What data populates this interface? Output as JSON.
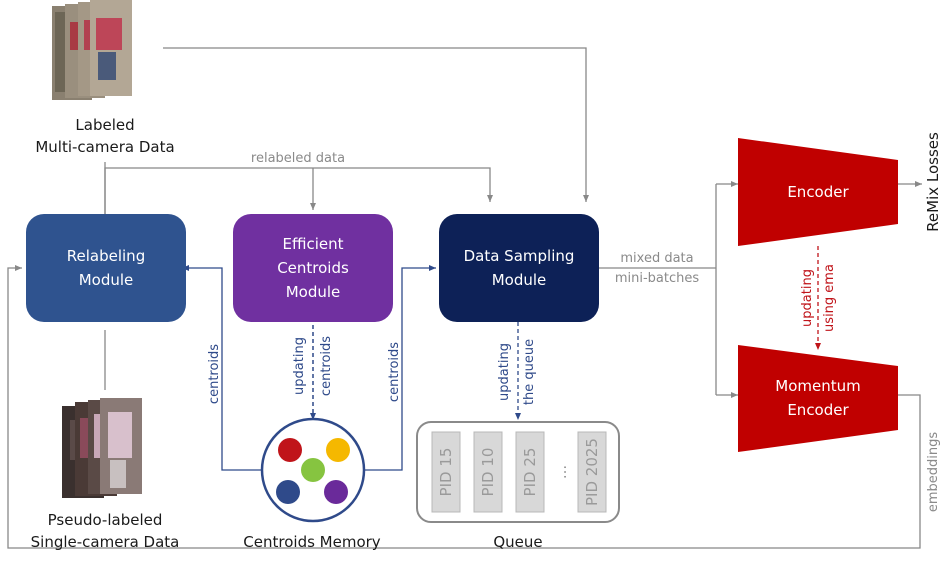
{
  "inputs": {
    "labeled_line1": "Labeled",
    "labeled_line2": "Multi-camera Data",
    "pseudo_line1": "Pseudo-labeled",
    "pseudo_line2": "Single-camera Data"
  },
  "modules": {
    "relabeling": [
      "Relabeling",
      "Module"
    ],
    "efficient_centroids": [
      "Efficient",
      "Centroids",
      "Module"
    ],
    "data_sampling": [
      "Data Sampling",
      "Module"
    ],
    "encoder": "Encoder",
    "momentum_encoder": [
      "Momentum",
      "Encoder"
    ]
  },
  "edge_labels": {
    "relabeled_data": "relabeled data",
    "centroids_left": "centroids",
    "updating_centroids": [
      "updating",
      "centroids"
    ],
    "centroids_right": "centroids",
    "updating_queue": [
      "updating",
      "the queue"
    ],
    "mixed_data": [
      "mixed data",
      "mini-batches"
    ],
    "updating_ema": [
      "updating",
      "using ema"
    ],
    "embeddings": "embeddings",
    "remix_losses": "ReMix Losses"
  },
  "memory": {
    "label": "Centroids Memory",
    "colors": [
      "#c0141a",
      "#f5b800",
      "#86c440",
      "#2f4a8a",
      "#6a2a9a"
    ]
  },
  "queue": {
    "label": "Queue",
    "items": [
      "PID 15",
      "PID 10",
      "PID 25",
      "PID 2025"
    ],
    "ellipsis": "..."
  },
  "colors": {
    "relabeling": "#2f538f",
    "efficient_centroids": "#7030a0",
    "data_sampling": "#0d2157",
    "encoder": "#c00000"
  }
}
